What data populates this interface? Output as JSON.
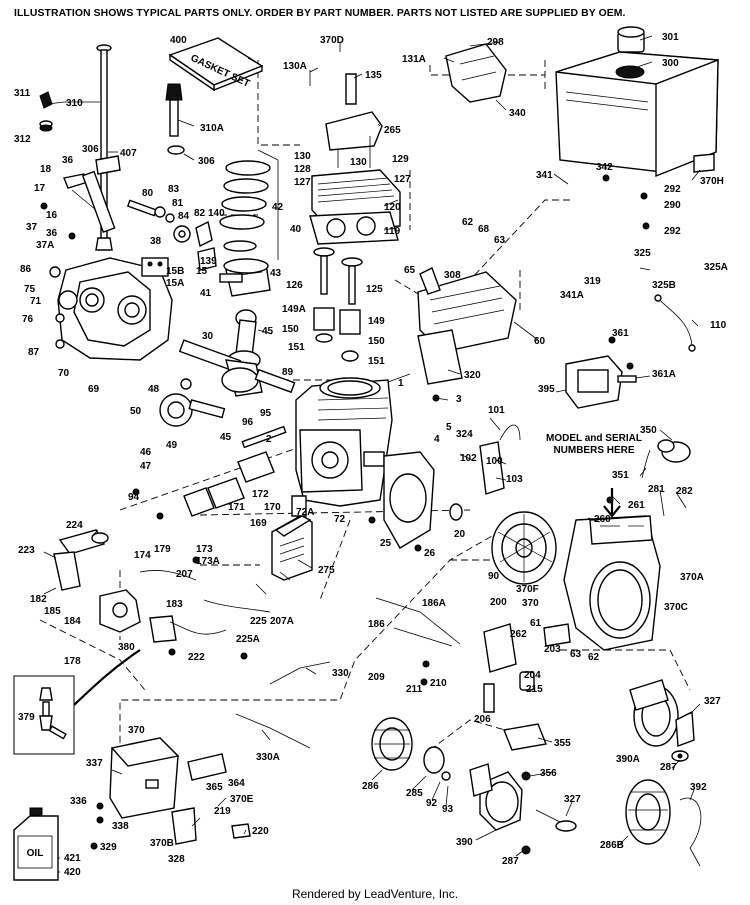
{
  "header": "ILLUSTRATION SHOWS TYPICAL PARTS ONLY. ORDER BY PART NUMBER. PARTS NOT LISTED ARE SUPPLIED BY OEM.",
  "gasket_set_label": "GASKET SET",
  "serial_note": [
    "MODEL and SERIAL",
    "NUMBERS HERE"
  ],
  "oil_label": "OIL",
  "footer": "Rendered by LeadVenture, Inc.",
  "callouts": [
    "400",
    "370D",
    "130A",
    "135",
    "131A",
    "298",
    "301",
    "300",
    "311",
    "310",
    "312",
    "310A",
    "265",
    "340",
    "306",
    "407",
    "306",
    "130",
    "128",
    "127",
    "130",
    "129",
    "127",
    "370H",
    "342",
    "341",
    "292",
    "290",
    "292",
    "18",
    "36",
    "17",
    "16",
    "37",
    "36",
    "37A",
    "80",
    "83",
    "81",
    "84",
    "82",
    "140",
    "42",
    "120",
    "119",
    "62",
    "68",
    "63",
    "38",
    "15B",
    "15",
    "15A",
    "139",
    "43",
    "40",
    "126",
    "65",
    "308",
    "325",
    "325A",
    "325B",
    "319",
    "86",
    "75",
    "71",
    "76",
    "87",
    "41",
    "149A",
    "150",
    "151",
    "125",
    "149",
    "150",
    "151",
    "341A",
    "110",
    "30",
    "45",
    "60",
    "361",
    "361A",
    "320",
    "70",
    "69",
    "48",
    "89",
    "395",
    "50",
    "1",
    "3",
    "101",
    "45",
    "49",
    "46",
    "47",
    "96",
    "2",
    "95",
    "5",
    "4",
    "324",
    "102",
    "100",
    "103",
    "350",
    "351",
    "281",
    "282",
    "94",
    "171",
    "169",
    "172",
    "170",
    "72A",
    "72",
    "25",
    "26",
    "20",
    "260",
    "261",
    "174",
    "179",
    "173",
    "173A",
    "275",
    "224",
    "223",
    "207",
    "182",
    "185",
    "183",
    "184",
    "90",
    "370F",
    "370A",
    "370C",
    "186A",
    "186",
    "380",
    "178",
    "225",
    "222",
    "207A",
    "225A",
    "200",
    "262",
    "61",
    "203",
    "63",
    "62",
    "370",
    "330",
    "209",
    "211",
    "210",
    "204",
    "215",
    "206",
    "379",
    "330A",
    "370",
    "286",
    "285",
    "92",
    "93",
    "355",
    "356",
    "327",
    "390A",
    "287",
    "337",
    "364",
    "365",
    "370E",
    "336",
    "338",
    "219",
    "220",
    "329",
    "370B",
    "328",
    "390",
    "287",
    "327",
    "286B",
    "392",
    "421",
    "420"
  ]
}
